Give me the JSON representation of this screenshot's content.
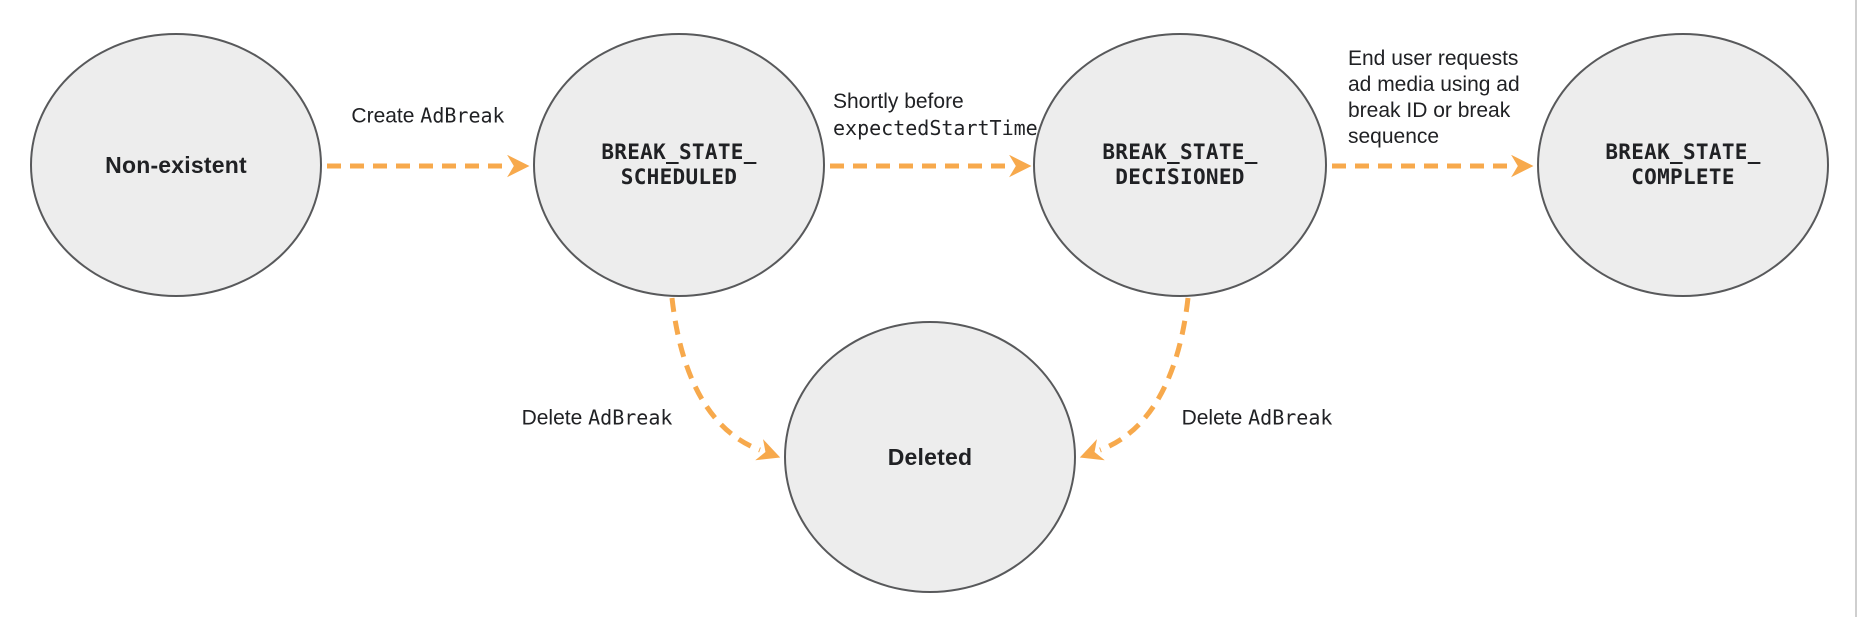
{
  "theme": {
    "accent_orange": "#F7A94C",
    "node_fill": "#EDEDED",
    "node_stroke": "#58595B",
    "text_color": "#202124",
    "page_border_gray": "#CFCFCF"
  },
  "nodes": {
    "non_existent": {
      "label": "Non-existent"
    },
    "scheduled": {
      "lines": [
        "BREAK_STATE_",
        "SCHEDULED"
      ]
    },
    "decisioned": {
      "lines": [
        "BREAK_STATE_",
        "DECISIONED"
      ]
    },
    "complete": {
      "lines": [
        "BREAK_STATE_",
        "COMPLETE"
      ]
    },
    "deleted": {
      "label": "Deleted"
    }
  },
  "edges": {
    "create": {
      "from": "non_existent",
      "to": "scheduled",
      "plain": "Create ",
      "code": "AdBreak"
    },
    "shortly_before": {
      "from": "scheduled",
      "to": "decisioned",
      "plain": "Shortly before",
      "code": "expectedStartTime"
    },
    "end_user_request": {
      "from": "decisioned",
      "to": "complete",
      "lines": [
        "End user requests",
        "ad media using ad",
        "break ID or break",
        "sequence"
      ]
    },
    "delete_from_scheduled": {
      "from": "scheduled",
      "to": "deleted",
      "plain": "Delete ",
      "code": "AdBreak"
    },
    "delete_from_decisioned": {
      "from": "decisioned",
      "to": "deleted",
      "plain": "Delete ",
      "code": "AdBreak"
    }
  }
}
